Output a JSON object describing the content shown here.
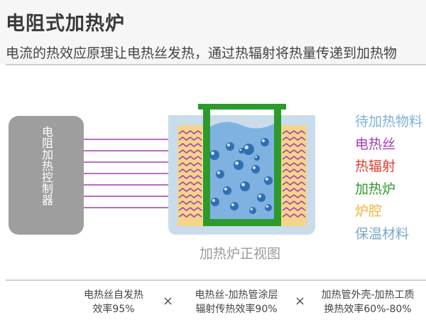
{
  "header": {
    "title": "电阻式加热炉",
    "subtitle": "电流的热效应原理让电热丝发热，通过热辐射将热量传递到加热物"
  },
  "controller": {
    "label": "电阻加热控制器"
  },
  "legend": [
    {
      "label": "待加热物料",
      "color": "#7bb3d6"
    },
    {
      "label": "电热丝",
      "color": "#a63db0"
    },
    {
      "label": "热辐射",
      "color": "#e23b2e"
    },
    {
      "label": "加热炉",
      "color": "#2e9a2e"
    },
    {
      "label": "炉腔",
      "color": "#f1b43a"
    },
    {
      "label": "保温材料",
      "color": "#7aa9c8"
    }
  ],
  "view_label": "加热炉正视图",
  "efficiency": [
    {
      "line1": "电热丝自发热",
      "line2": "效率95%"
    },
    {
      "line1": "电热丝-加热管涂层",
      "line2": "辐射传热效率90%"
    },
    {
      "line1": "加热管外壳-加热工质",
      "line2": "换热效率60%-80%"
    }
  ],
  "operator": "×",
  "colors": {
    "insulation": "#c9dceb",
    "chamber": "#f4d58a",
    "furnace": "#2e9a2e",
    "material": "#7fb2e0",
    "wire": "#a63db0",
    "controller": "#9e9e9e"
  }
}
